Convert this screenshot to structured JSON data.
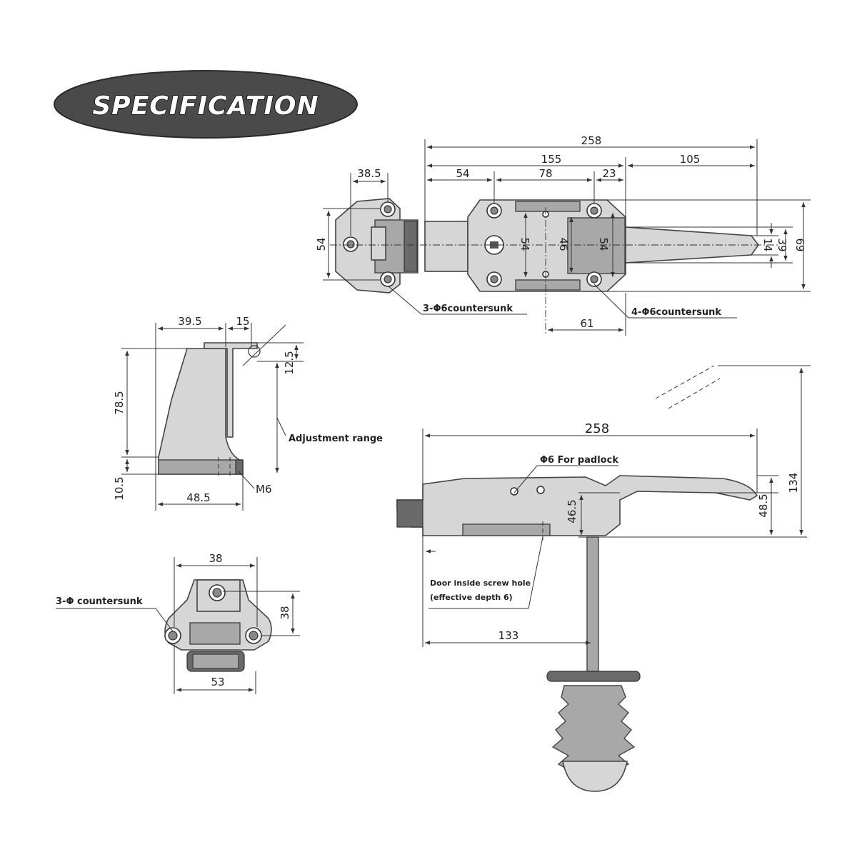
{
  "banner": {
    "title": "SPECIFICATION"
  },
  "top_view": {
    "overall": "258",
    "left_part": "155",
    "right_part": "105",
    "seg_a": "54",
    "seg_b": "78",
    "seg_c": "23",
    "hinge_width": "38.5",
    "hinge_height": "54",
    "inner_a": "54",
    "inner_b": "46",
    "inner_c": "54",
    "tip_14": "14",
    "tip_39": "39",
    "tip_69": "69",
    "bottom_61": "61",
    "callout_left": "3-Φ6countersunk",
    "callout_right": "4-Φ6countersunk"
  },
  "strike_side": {
    "width": "39.5",
    "lip": "15",
    "height": "78.5",
    "adj": "12.5",
    "base": "10.5",
    "depth": "48.5",
    "thread": "M6",
    "adjust_label": "Adjustment range"
  },
  "hinge_view": {
    "top_width": "38",
    "side_height": "38",
    "bottom_width": "53",
    "callout": "3-Φ countersunk"
  },
  "side_view": {
    "overall": "258",
    "padlock": "Φ6 For padlock",
    "h_a": "46.5",
    "h_b": "48.5",
    "h_total": "134",
    "offset": "133",
    "screw_note_1": "Door inside screw hole",
    "screw_note_2": "(effective depth 6)"
  }
}
